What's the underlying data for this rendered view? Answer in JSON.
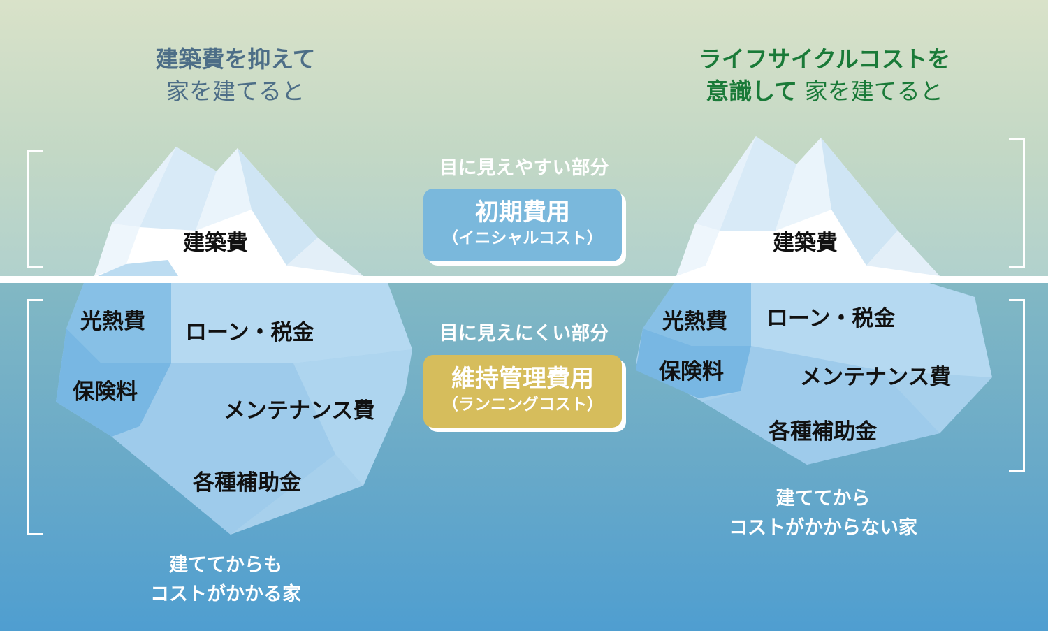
{
  "left_heading": {
    "line1": "建築費を抑えて",
    "line2": "家を建てると"
  },
  "right_heading": {
    "line1": "ライフサイクルコストを",
    "line2_bold": "意識して",
    "line2_rest": " 家を建てると"
  },
  "center": {
    "visible_caption": "目に見えやすい部分",
    "initial_cost_title": "初期費用",
    "initial_cost_sub": "（イニシャルコスト）",
    "hidden_caption": "目に見えにくい部分",
    "running_cost_title": "維持管理費用",
    "running_cost_sub": "（ランニングコスト）"
  },
  "left_iceberg": {
    "construction": "建築費",
    "utilities": "光熱費",
    "insurance": "保険料",
    "loan_tax": "ローン・税金",
    "maintenance": "メンテナンス費",
    "subsidies": "各種補助金",
    "note_line1": "建ててからも",
    "note_line2": "コストがかかる家"
  },
  "right_iceberg": {
    "construction": "建築費",
    "utilities": "光熱費",
    "insurance": "保険料",
    "loan_tax": "ローン・税金",
    "maintenance": "メンテナンス費",
    "subsidies": "各種補助金",
    "note_line1": "建ててから",
    "note_line2": "コストがかからない家"
  },
  "colors": {
    "left_heading": "#4d6e87",
    "right_heading": "#1a7a38",
    "initial_pill": "#7ab8dc",
    "running_pill": "#d6bd5c"
  }
}
